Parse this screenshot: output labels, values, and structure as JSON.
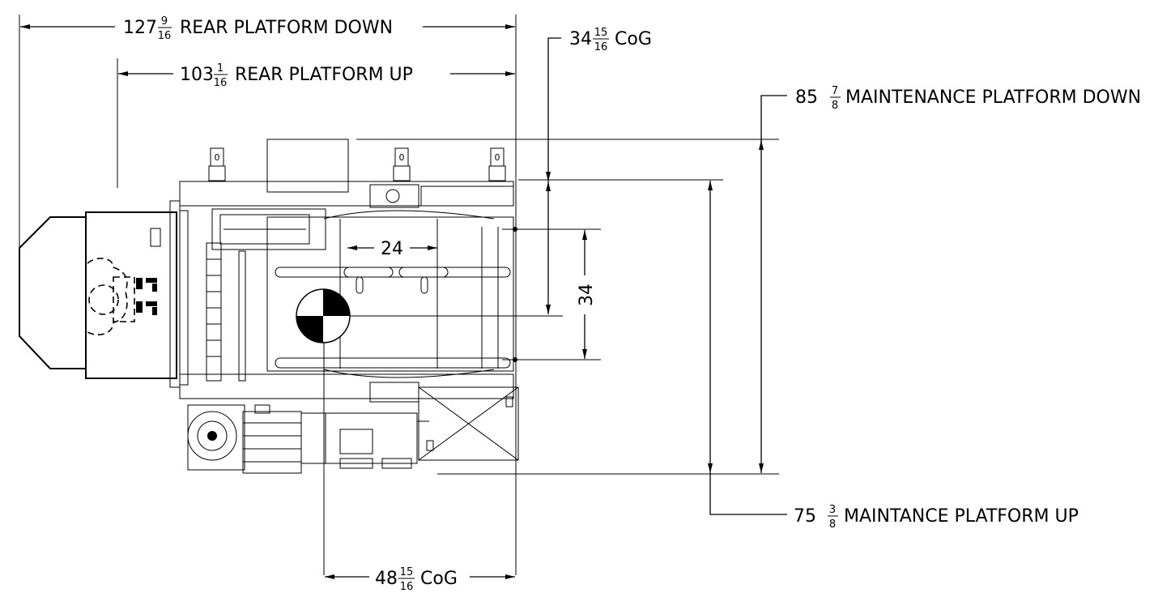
{
  "dimensions": {
    "rear_down": {
      "whole": "127",
      "num": "9",
      "den": "16",
      "label": "REAR PLATFORM DOWN"
    },
    "rear_up": {
      "whole": "103",
      "num": "1",
      "den": "16",
      "label": "REAR PLATFORM UP"
    },
    "cog_vert": {
      "whole": "34",
      "num": "15",
      "den": "16",
      "label": "CoG"
    },
    "maint_down": {
      "whole": "85",
      "num": "7",
      "den": "8",
      "label": "MAINTENANCE PLATFORM DOWN"
    },
    "maint_up": {
      "whole": "75",
      "num": "3",
      "den": "8",
      "label": "MAINTANCE PLATFORM UP"
    },
    "cog_horiz": {
      "whole": "48",
      "num": "15",
      "den": "16",
      "label": "CoG"
    },
    "inner_24": {
      "value": "24"
    },
    "inner_34": {
      "value": "34"
    }
  },
  "tabs": [
    "0",
    "0",
    "0"
  ]
}
